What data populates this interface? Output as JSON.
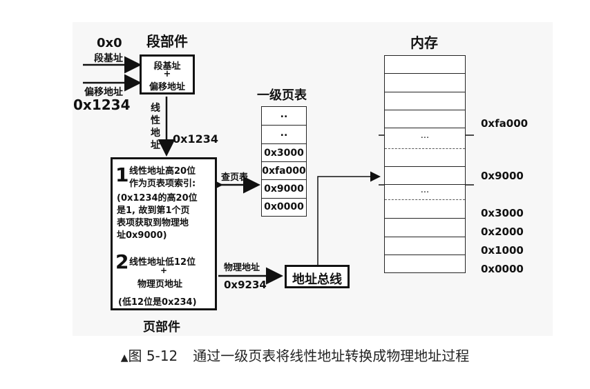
{
  "segment": {
    "title": "段部件",
    "base_value": "0x0",
    "base_label": "段基址",
    "offset_label": "偏移地址",
    "offset_value": "0x1234",
    "box_line1": "段基址",
    "box_plus": "+",
    "box_line2": "偏移地址"
  },
  "linear": {
    "chars": [
      "线",
      "性",
      "地",
      "址"
    ],
    "value": "0x1234"
  },
  "page_unit": {
    "title": "页部件",
    "step1_num": "1",
    "step1_line1": "线性地址高20位",
    "step1_line2": "作为页表项索引:",
    "step1_note": [
      "(0x1234的高20位",
      "是1, 故到第1个页",
      "表项获取到物理地",
      "址0x9000)"
    ],
    "step2_num": "2",
    "step2_line1": "线性地址低12位",
    "step2_plus": "+",
    "step2_line2": "物理页地址",
    "step2_note": "(低12位是0x234)"
  },
  "lookup_label": "查页表",
  "page_table": {
    "title": "一级页表",
    "cells": [
      "..",
      "..",
      "0x3000",
      "0xfa000",
      "0x9000",
      "0x0000"
    ]
  },
  "physical": {
    "label": "物理地址",
    "value": "0x9234"
  },
  "bus_label": "地址总线",
  "memory": {
    "title": "内存",
    "ellipsis": "...",
    "addr_fa000": "0xfa000",
    "addr_9000": "0x9000",
    "addr_3000": "0x3000",
    "addr_2000": "0x2000",
    "addr_1000": "0x1000",
    "addr_0000": "0x0000"
  },
  "caption": {
    "marker": "▲",
    "figure": "图 5-12",
    "text": "通过一级页表将线性地址转换成物理地址过程"
  }
}
